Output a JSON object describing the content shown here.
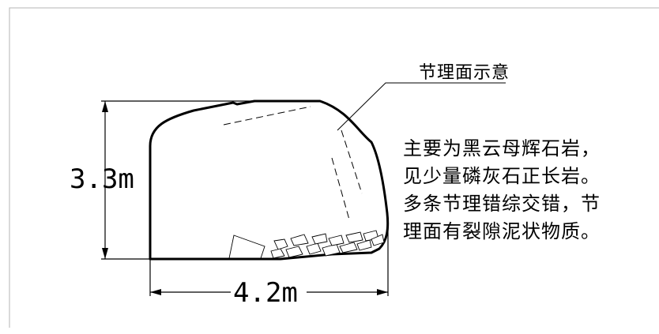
{
  "labels": {
    "height": "3.3m",
    "width": "4.2m",
    "joint_plane": "节理面示意"
  },
  "description": [
    "主要为黑云母辉石岩，",
    "见少量磷灰石正长岩。",
    "多条节理错综交错，节",
    "理面有裂隙泥状物质。"
  ]
}
